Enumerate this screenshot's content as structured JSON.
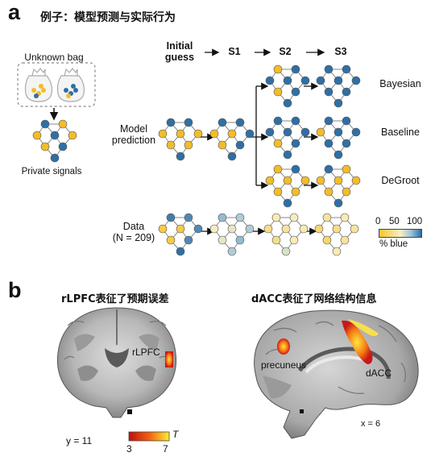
{
  "panel_a": {
    "letter": "a",
    "title": "例子：模型预测与实际行为",
    "unknown_bag_label": "Unknown bag",
    "private_signals_label": "Private signals",
    "headers": {
      "initial_line1": "Initial",
      "initial_line2": "guess",
      "s1": "S1",
      "s2": "S2",
      "s3": "S3"
    },
    "model_prediction_line1": "Model",
    "model_prediction_line2": "prediction",
    "models": [
      "Bayesian",
      "Baseline",
      "DeGroot"
    ],
    "data_line1": "Data",
    "data_line2": "(N = 209)",
    "colorbar": {
      "tick_min": "0",
      "tick_mid": "50",
      "tick_max": "100",
      "label": "% blue",
      "color_low": "#f4c430",
      "color_high": "#2f6fa4"
    }
  },
  "panel_b": {
    "letter": "b",
    "left_title": "rLPFC表征了预期误差",
    "right_title": "dACC表征了网络结构信息",
    "rlpfc_label": "rLPFC",
    "precuneus_label": "precuneus",
    "dacc_label": "dACC",
    "y_coord": "y = 11",
    "x_coord": "x = 6",
    "t_bar": {
      "min": "3",
      "max": "7",
      "label": "T"
    }
  },
  "colors": {
    "blue": "#2f6fa4",
    "yellow": "#f2bd2b",
    "edge": "#8a8a8a"
  }
}
